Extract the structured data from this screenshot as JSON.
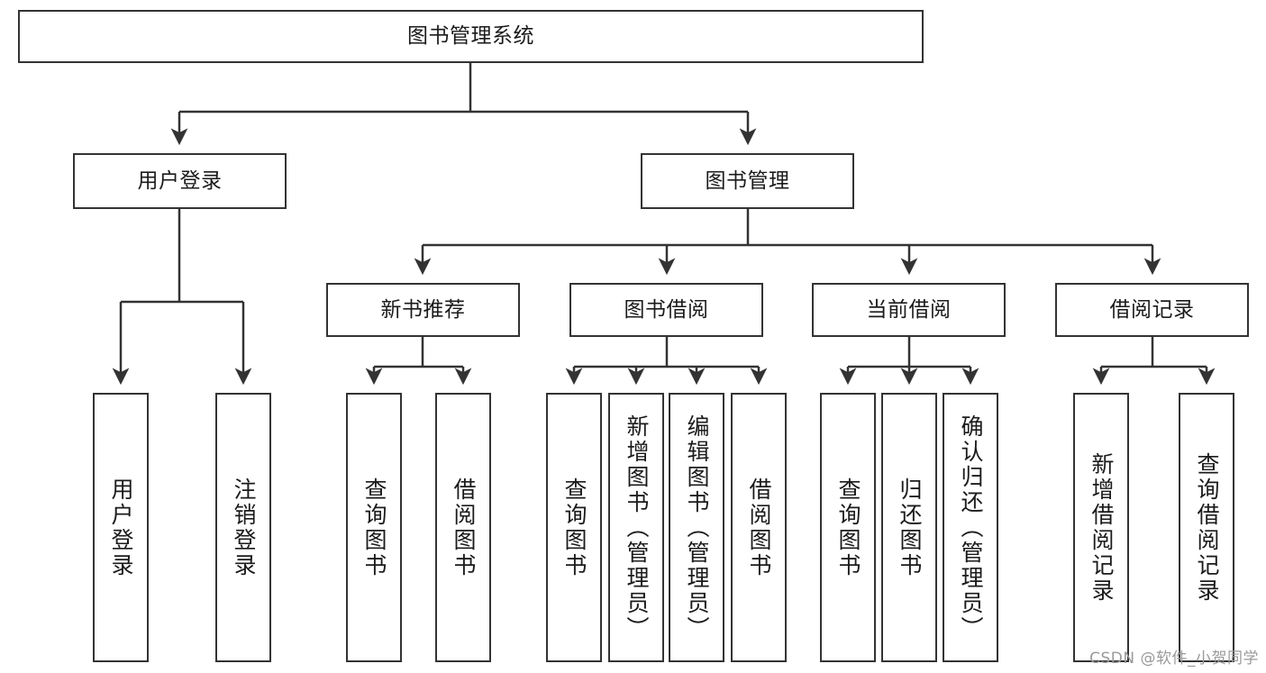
{
  "diagram": {
    "title": "图书管理系统",
    "type": "tree",
    "watermark": "CSDN @软件_小贺同学",
    "colors": {
      "box_border": "#333333",
      "box_fill": "#ffffff",
      "line": "#333333",
      "text": "#1b1b1b",
      "watermark": "#9a9a9a"
    },
    "levels": {
      "root": "图书管理系统",
      "level2": [
        "用户登录",
        "图书管理"
      ],
      "level3": [
        "新书推荐",
        "图书借阅",
        "当前借阅",
        "借阅记录"
      ]
    },
    "nodes": {
      "root": {
        "label": "图书管理系统"
      },
      "user_login": {
        "label": "用户登录"
      },
      "book_manage": {
        "label": "图书管理"
      },
      "new_book_rec": {
        "label": "新书推荐"
      },
      "book_borrow": {
        "label": "图书借阅"
      },
      "current_borrow": {
        "label": "当前借阅"
      },
      "borrow_record": {
        "label": "借阅记录"
      },
      "leaf_user_login": {
        "label": "用户登录"
      },
      "leaf_logout": {
        "label": "注销登录"
      },
      "leaf_query_book_1": {
        "label": "查询图书"
      },
      "leaf_borrow_book_1": {
        "label": "借阅图书"
      },
      "leaf_query_book_2": {
        "label": "查询图书"
      },
      "leaf_add_book": {
        "label": "新增图书（管理员）"
      },
      "leaf_edit_book": {
        "label": "编辑图书（管理员）"
      },
      "leaf_borrow_book_2": {
        "label": "借阅图书"
      },
      "leaf_query_book_3": {
        "label": "查询图书"
      },
      "leaf_return_book": {
        "label": "归还图书"
      },
      "leaf_confirm_return": {
        "label": "确认归还（管理员）"
      },
      "leaf_add_record": {
        "label": "新增借阅记录"
      },
      "leaf_query_record": {
        "label": "查询借阅记录"
      }
    },
    "edges": [
      {
        "from": "root",
        "to": "user_login"
      },
      {
        "from": "root",
        "to": "book_manage"
      },
      {
        "from": "user_login",
        "to": "leaf_user_login"
      },
      {
        "from": "user_login",
        "to": "leaf_logout"
      },
      {
        "from": "book_manage",
        "to": "new_book_rec"
      },
      {
        "from": "book_manage",
        "to": "book_borrow"
      },
      {
        "from": "book_manage",
        "to": "current_borrow"
      },
      {
        "from": "book_manage",
        "to": "borrow_record"
      },
      {
        "from": "new_book_rec",
        "to": "leaf_query_book_1"
      },
      {
        "from": "new_book_rec",
        "to": "leaf_borrow_book_1"
      },
      {
        "from": "book_borrow",
        "to": "leaf_query_book_2"
      },
      {
        "from": "book_borrow",
        "to": "leaf_add_book"
      },
      {
        "from": "book_borrow",
        "to": "leaf_edit_book"
      },
      {
        "from": "book_borrow",
        "to": "leaf_borrow_book_2"
      },
      {
        "from": "current_borrow",
        "to": "leaf_query_book_3"
      },
      {
        "from": "current_borrow",
        "to": "leaf_return_book"
      },
      {
        "from": "current_borrow",
        "to": "leaf_confirm_return"
      },
      {
        "from": "borrow_record",
        "to": "leaf_add_record"
      },
      {
        "from": "borrow_record",
        "to": "leaf_query_record"
      }
    ]
  }
}
